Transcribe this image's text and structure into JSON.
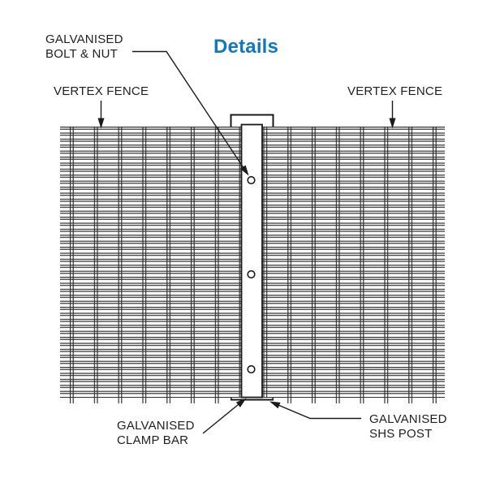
{
  "title": {
    "text": "Details",
    "color": "#1178be"
  },
  "labels": {
    "bolt_nut": "GALVANISED\nBOLT & NUT",
    "vertex_fence_left": "VERTEX FENCE",
    "vertex_fence_right": "VERTEX FENCE",
    "clamp_bar": "GALVANISED\nCLAMP BAR",
    "shs_post": "GALVANISED\nSHS POST"
  },
  "colors": {
    "title_blue": "#1178be",
    "line_black": "#1a1a1a",
    "mesh_gray": "#2f2f2f",
    "background": "#ffffff"
  }
}
